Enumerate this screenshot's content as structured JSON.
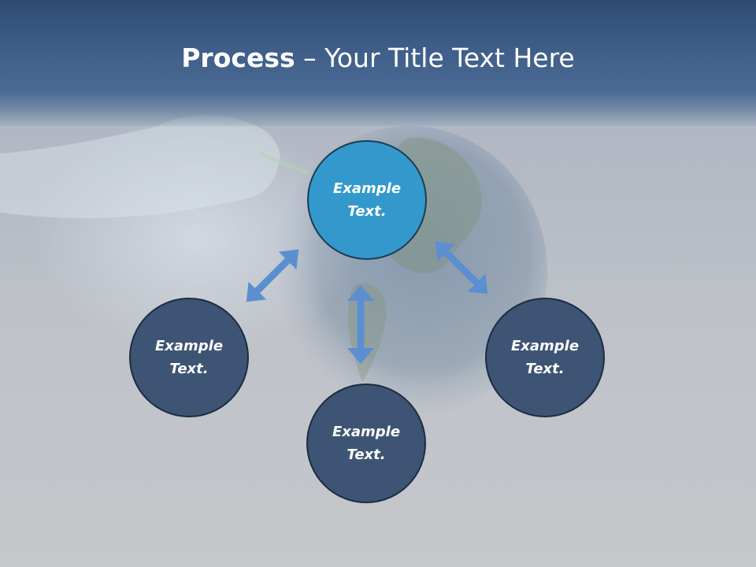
{
  "slide": {
    "title_strong": "Process",
    "title_rest": " – Your Title Text Here"
  },
  "nodes": [
    {
      "id": "top",
      "label_line1": "Example",
      "label_line2": "Text.",
      "color": "#3399cc"
    },
    {
      "id": "left",
      "label_line1": "Example",
      "label_line2": "Text.",
      "color": "#3d5474"
    },
    {
      "id": "bottom",
      "label_line1": "Example",
      "label_line2": "Text.",
      "color": "#3d5474"
    },
    {
      "id": "right",
      "label_line1": "Example",
      "label_line2": "Text.",
      "color": "#3d5474"
    }
  ],
  "colors": {
    "arrow": "#5b8fd0",
    "title_bar": "#3e5d88",
    "node_dark": "#3d5474",
    "node_accent": "#3399cc"
  }
}
